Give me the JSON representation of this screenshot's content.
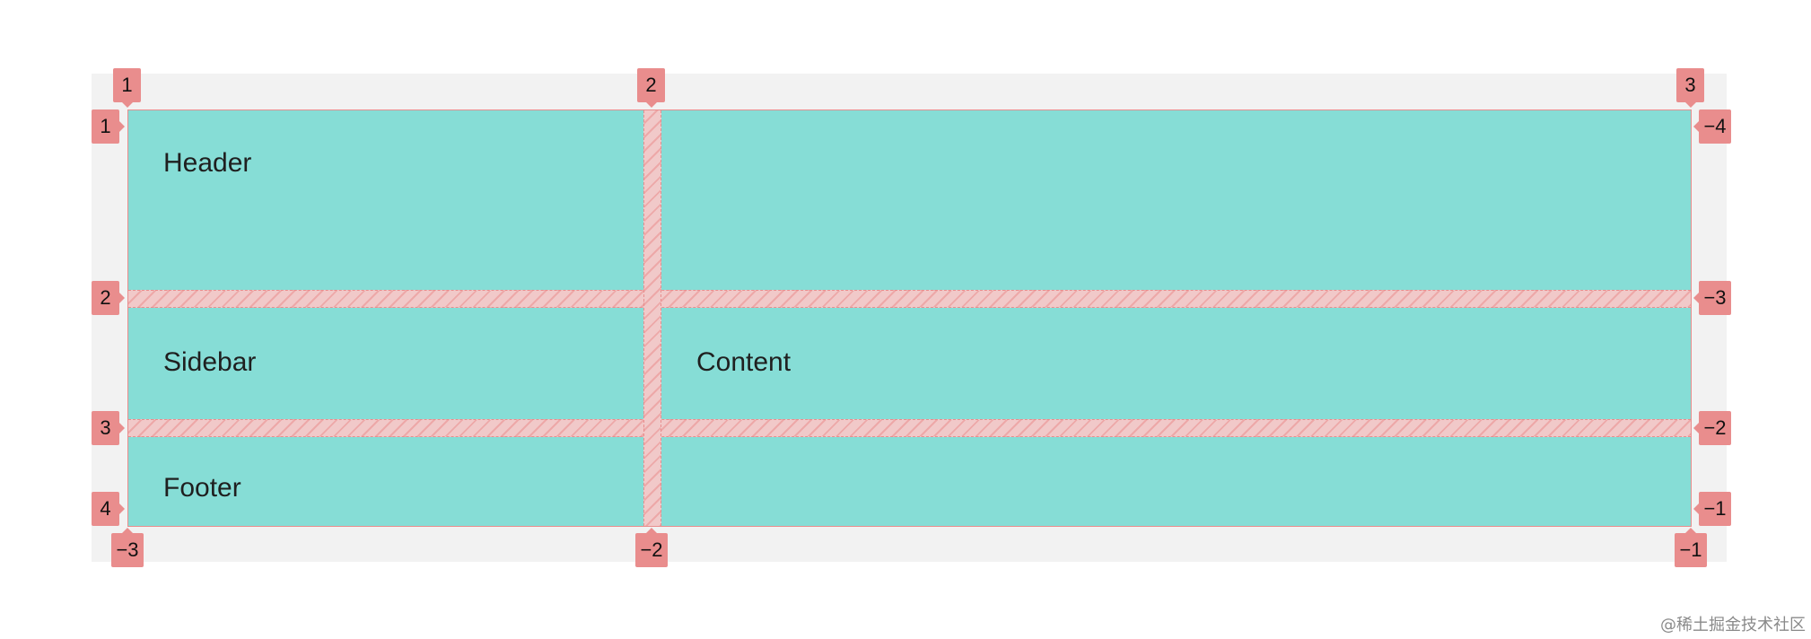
{
  "areas": {
    "header": "Header",
    "sidebar": "Sidebar",
    "content": "Content",
    "footer": "Footer"
  },
  "column_lines": {
    "top": [
      "1",
      "2",
      "3"
    ],
    "bottom": [
      "−3",
      "−2",
      "−1"
    ]
  },
  "row_lines": {
    "left": [
      "1",
      "2",
      "3",
      "4"
    ],
    "right": [
      "−4",
      "−3",
      "−2",
      "−1"
    ]
  },
  "colors": {
    "cell": "#86ddd6",
    "gap": "#f1c9c9",
    "badge": "#e98d8d",
    "container": "#f2f2f2"
  },
  "watermark": "@稀土掘金技术社区"
}
